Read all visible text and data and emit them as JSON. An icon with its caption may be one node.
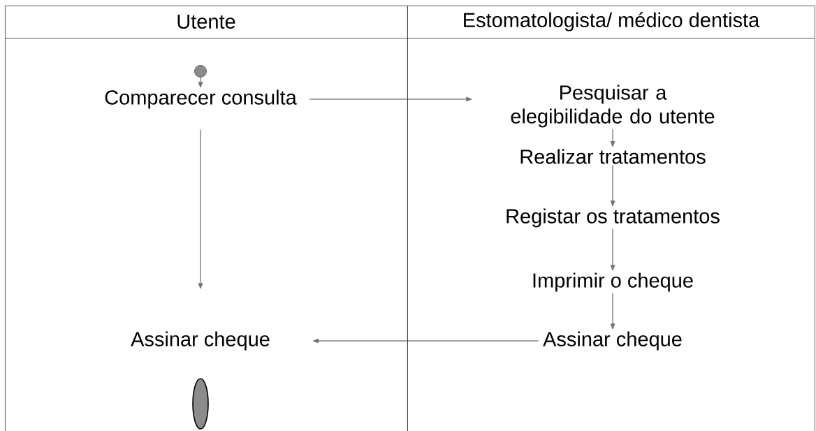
{
  "diagram": {
    "nodes": [
      {
        "text": [
          "Utente"
        ]
      },
      {
        "text": [
          "Estomatologista/ médico dentista"
        ]
      },
      {
        "text": [],
        "shape": "circle",
        "in": 0
      },
      {
        "text": [
          "Comparecer consulta"
        ],
        "in": 0
      },
      {
        "text": [
          "Assinar cheque"
        ],
        "in": 0
      },
      {
        "text": [],
        "shape": "ellipse",
        "in": 0
      },
      {
        "text": [
          "Pesquisar a elegibilidade do utente"
        ],
        "in": 1
      },
      {
        "text": [
          "Realizar tratamentos"
        ],
        "in": 1
      },
      {
        "text": [
          "Registar os tratamentos"
        ],
        "in": 1
      },
      {
        "text": [
          "Imprimir o cheque"
        ],
        "in": 1
      },
      {
        "text": [
          "Assinar cheque"
        ],
        "in": 1
      }
    ],
    "edges": [
      {
        "from": 2,
        "to": 3,
        "arrow": "to"
      },
      {
        "from": 3,
        "to": 6,
        "arrow": "to"
      },
      {
        "from": 3,
        "to": 4,
        "arrow": "to"
      },
      {
        "from": 6,
        "to": 7,
        "arrow": "to"
      },
      {
        "from": 7,
        "to": 8,
        "arrow": "to"
      },
      {
        "from": 8,
        "to": 9,
        "arrow": "to"
      },
      {
        "from": 9,
        "to": 10,
        "arrow": "to"
      },
      {
        "from": 10,
        "to": 4,
        "arrow": "to"
      }
    ]
  }
}
